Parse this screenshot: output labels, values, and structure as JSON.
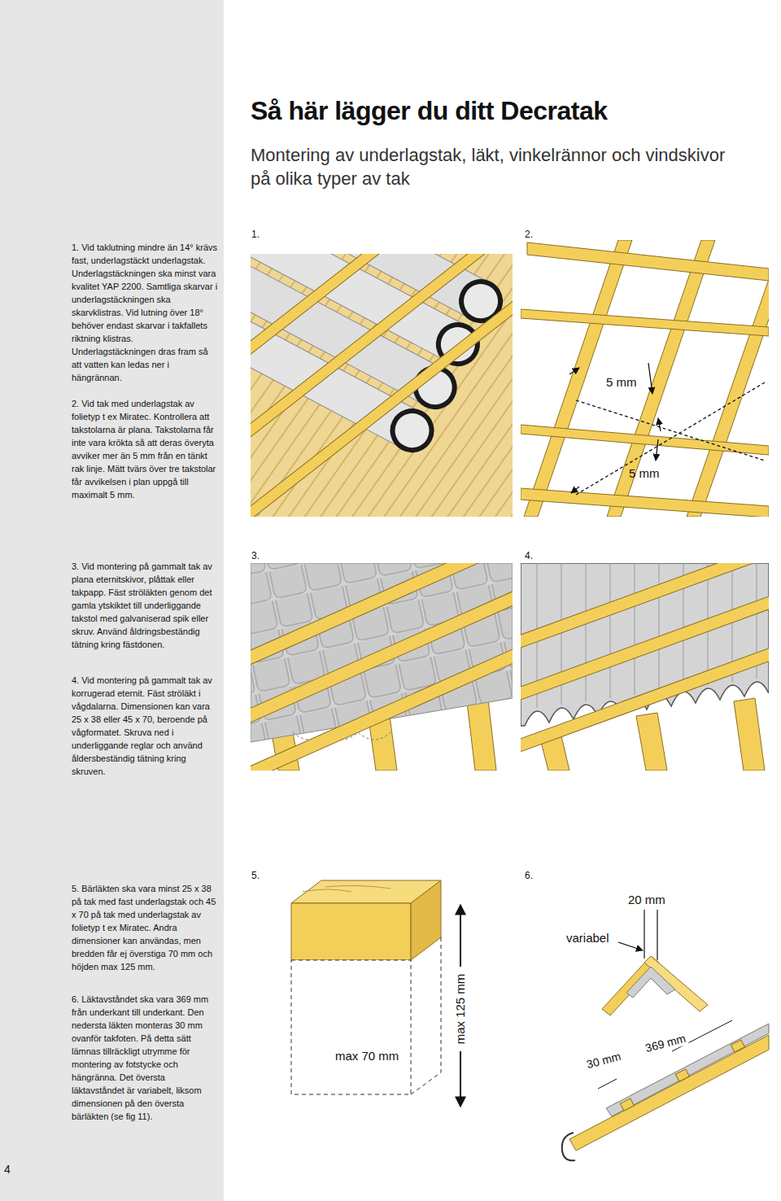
{
  "diagram": {
    "title": "Så här lägger du ditt Decratak",
    "labels": [
      "Montering av underlagstak, läkt, vinkelrännor och vindskivor på olika typer av tak",
      "1. Vid taklutning mindre än 14° krävs fast, underlagstäckt underlagstak. Underlagstäckningen ska minst vara kvalitet YAP 2200. Samtliga skarvar i underlagstäckningen ska skarvklistras. Vid lutning över 18° behöver endast skarvar i takfallets riktning klistras. Underlagstäckningen dras fram så att vatten kan ledas ner i hängrännan.",
      "1.",
      "2.",
      "5 mm",
      "5 mm",
      "2. Vid tak med underlagstak av folietyp t ex Miratec. Kontrollera att takstolarna är plana. Takstolarna får inte vara krökta så att deras överyta avviker mer än 5 mm från en tänkt rak linje. Mätt tvärs över tre takstolar får avvikelsen i plan uppgå till maximalt 5 mm.",
      "3. Vid montering på gammalt tak av plana eternitskivor, plåttak eller takpapp. Fäst ströläkten genom det gamla ytskiktet till underliggande takstol med galvaniserad spik eller skruv. Använd åldringsbeständig tätning kring fästdonen.",
      "3.",
      "4.",
      "4. Vid montering på gammalt tak av korrugerad eternit. Fäst ströläkt i vågdalarna. Dimensionen kan vara 25 x 38 eller 45 x 70, beroende på vågformatet. Skruva ned i underliggande reglar och använd åldersbeständig tätning kring skruven.",
      "5. Bärläkten ska vara minst 25 x 38 på tak med fast underlagstak och 45 x 70 på tak med underlagstak av folietyp t ex Miratec. Andra dimensioner kan användas, men bredden får ej överstiga 70 mm och höjden max 125 mm.",
      "5.",
      "6.",
      "max 70 mm",
      "max 125 mm",
      "variabel",
      "20 mm",
      "30 mm",
      "369 mm",
      "6. Läktavståndet ska vara 369 mm från underkant till underkant. Den nedersta läkten monteras 30 mm ovanför takfoten. På detta sätt lämnas tillräckligt utrymme för montering av fotstycke och hängränna. Det översta läktavståndet är variabelt, liksom dimensionen på den översta bärläkten (se fig 11).",
      "4"
    ]
  }
}
